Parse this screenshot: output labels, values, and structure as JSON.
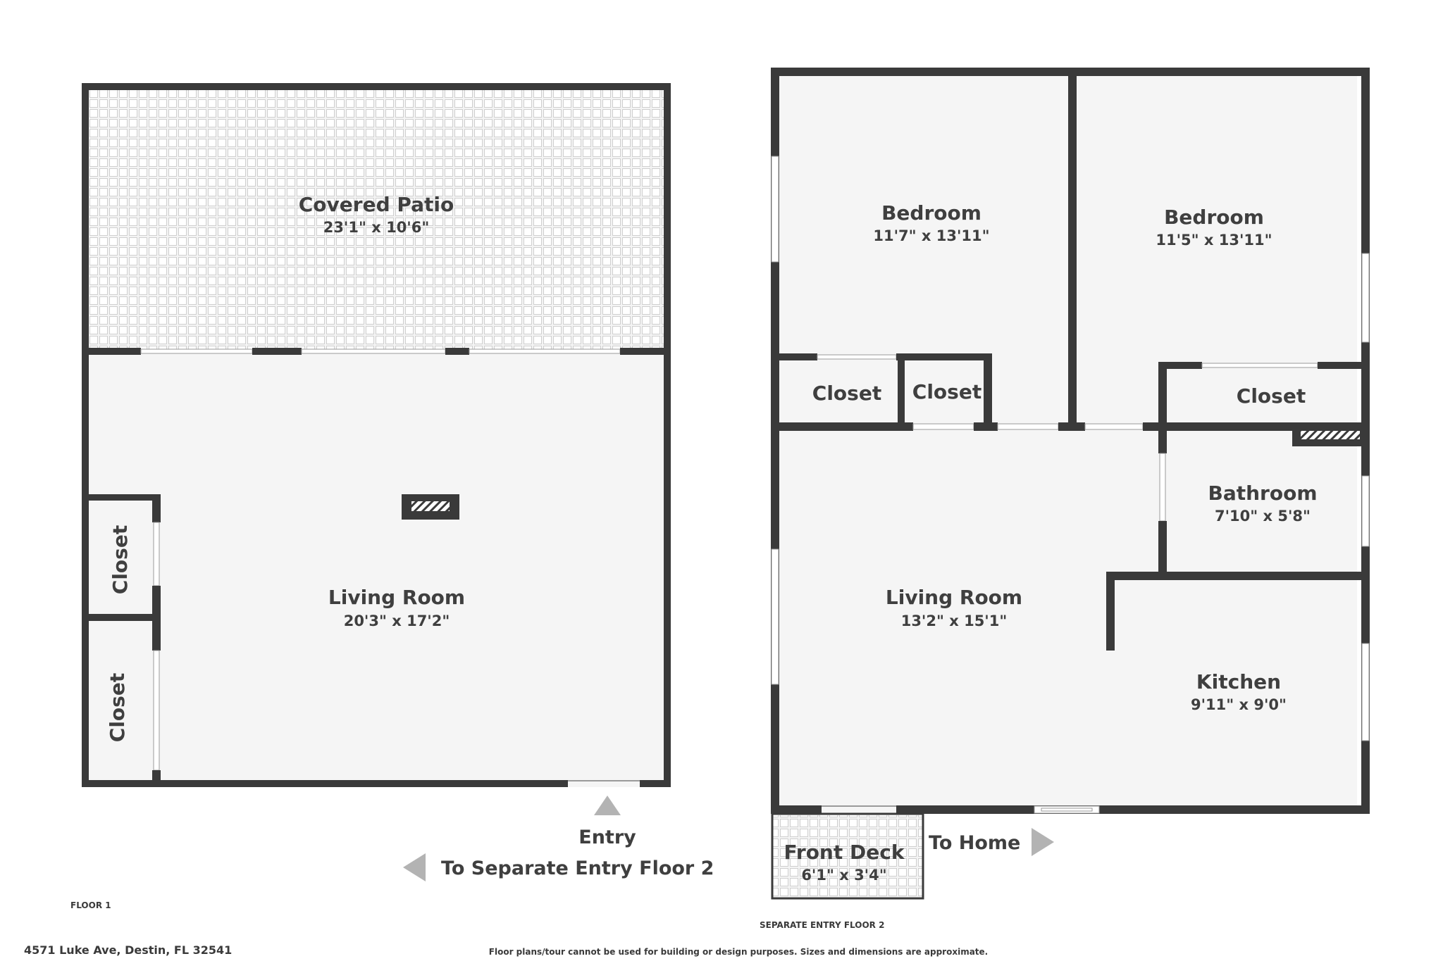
{
  "address": "4571 Luke Ave, Destin, FL 32541",
  "disclaimer": "Floor plans/tour cannot be used for building or design purposes. Sizes and dimensions are approximate.",
  "floor1": {
    "label": "FLOOR 1",
    "rooms": {
      "covered_patio": {
        "name": "Covered Patio",
        "dim": "23'1\" x 10'6\""
      },
      "living_room": {
        "name": "Living Room",
        "dim": "20'3\" x 17'2\""
      },
      "closet_upper": {
        "name": "Closet"
      },
      "closet_lower": {
        "name": "Closet"
      }
    },
    "entry_label": "Entry",
    "separate_entry_label": "To Separate Entry Floor 2"
  },
  "floor2": {
    "label": "SEPARATE ENTRY FLOOR 2",
    "rooms": {
      "bedroom_left": {
        "name": "Bedroom",
        "dim": "11'7\" x 13'11\""
      },
      "bedroom_right": {
        "name": "Bedroom",
        "dim": "11'5\" x 13'11\""
      },
      "closet_a": {
        "name": "Closet"
      },
      "closet_b": {
        "name": "Closet"
      },
      "closet_c": {
        "name": "Closet"
      },
      "bathroom": {
        "name": "Bathroom",
        "dim": "7'10\" x 5'8\""
      },
      "living_room": {
        "name": "Living Room",
        "dim": "13'2\" x 15'1\""
      },
      "kitchen": {
        "name": "Kitchen",
        "dim": "9'11\" x 9'0\""
      },
      "front_deck": {
        "name": "Front Deck",
        "dim": "6'1\" x 3'4\""
      }
    },
    "to_home_label": "To Home"
  },
  "colors": {
    "wall": "#3a3a3a",
    "floor": "#f5f5f5",
    "arrow": "#b3b3b3",
    "text": "#3f3f3f"
  }
}
